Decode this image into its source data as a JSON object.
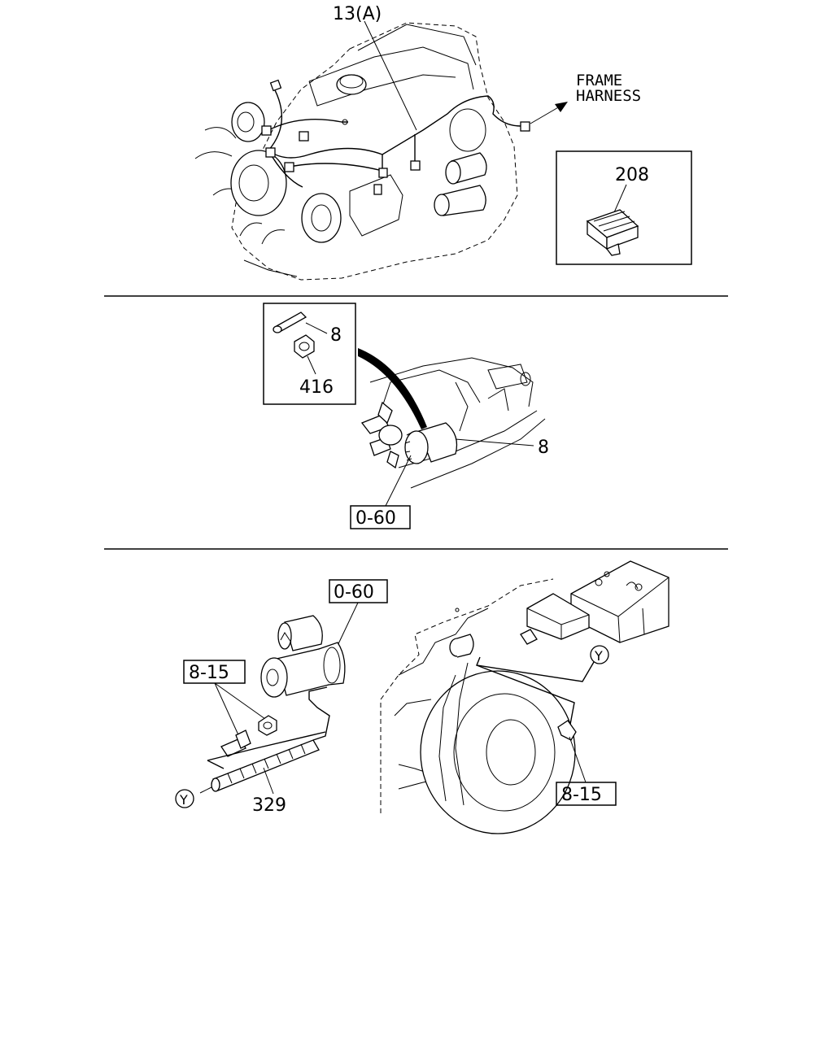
{
  "panel1": {
    "harness_label": "13(A)",
    "frame_label_line1": "FRAME",
    "frame_label_line2": "HARNESS",
    "inset_part": "208"
  },
  "panel2": {
    "inset_part_a": "8",
    "inset_part_b": "416",
    "motor_part": "8",
    "ref_box": "0-60"
  },
  "panel3": {
    "ref_box_starter": "0-60",
    "ref_box_left": "8-15",
    "cable_part": "329",
    "connector_left": "Y",
    "connector_right": "Y",
    "ref_box_right": "8-15"
  }
}
